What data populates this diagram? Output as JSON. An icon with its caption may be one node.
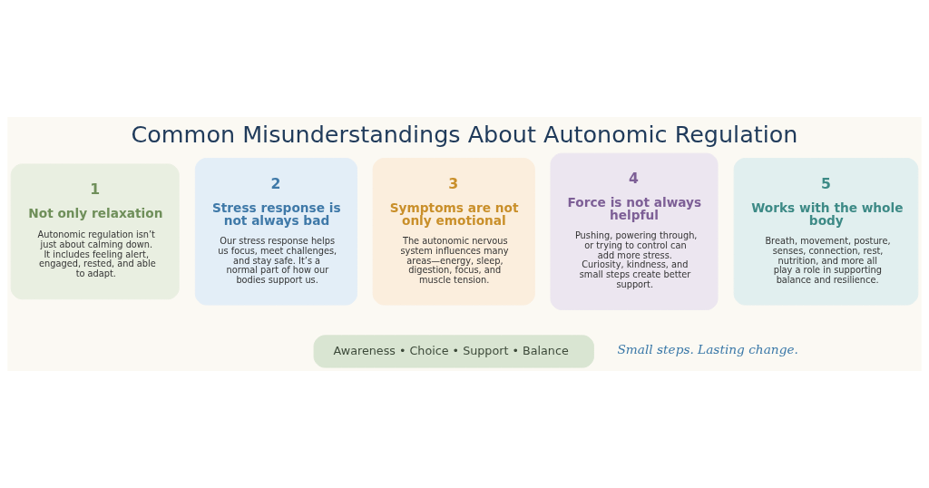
{
  "diagram": {
    "title": "Common Misunderstandings About Autonomic Regulation",
    "nodes": [
      {
        "text": [
          "1",
          "Not only relaxation",
          "Autonomic regulation isn’t just about calming down. It includes feeling alert, engaged, rested, and able to adapt."
        ]
      },
      {
        "text": [
          "2",
          "Stress response is not always bad",
          "Our stress response helps us focus, meet challenges, and stay safe. It’s a normal part of how our bodies support us."
        ]
      },
      {
        "text": [
          "3",
          "Symptoms are not only emotional",
          "The autonomic nervous system influences many areas—energy, sleep, digestion, focus, and muscle tension."
        ]
      },
      {
        "text": [
          "4",
          "Force is not always helpful",
          "Pushing, powering through, or trying to control can add more stress. Curiosity, kindness, and small steps create better support."
        ]
      },
      {
        "text": [
          "5",
          "Works with the whole body",
          "Breath, movement, posture, senses, connection, rest, nutrition, and more all play a role in supporting balance and resilience."
        ]
      },
      {
        "text": [
          "Awareness • Choice • Support • Balance"
        ]
      }
    ],
    "edges": [],
    "labels": [
      "Small steps. Lasting change."
    ]
  }
}
